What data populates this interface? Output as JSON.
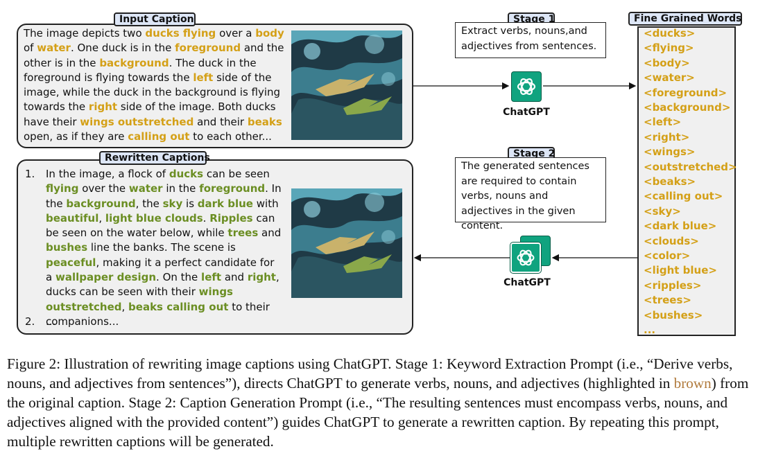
{
  "colors": {
    "brown_highlight": "#d4a017",
    "green_highlight": "#6b8e23",
    "tag_bg": "#dde6f6",
    "panel_bg": "#f0f0f0",
    "chatgpt_green": "#10a37f"
  },
  "input_caption": {
    "tag": "Input Caption",
    "segments": [
      {
        "t": "The image depicts two ",
        "h": false
      },
      {
        "t": "ducks flying",
        "h": true
      },
      {
        "t": " over a ",
        "h": false
      },
      {
        "t": "body",
        "h": true
      },
      {
        "t": " of ",
        "h": false
      },
      {
        "t": "water",
        "h": true
      },
      {
        "t": ". One duck is in the ",
        "h": false
      },
      {
        "t": "foreground",
        "h": true
      },
      {
        "t": " and the other is in the ",
        "h": false
      },
      {
        "t": "background",
        "h": true
      },
      {
        "t": ". The duck in the foreground is flying towards the ",
        "h": false
      },
      {
        "t": "left",
        "h": true
      },
      {
        "t": " side of the image, while the duck in the background is flying towards the ",
        "h": false
      },
      {
        "t": "right",
        "h": true
      },
      {
        "t": " side of the image. Both ducks have their ",
        "h": false
      },
      {
        "t": "wings outstretched",
        "h": true
      },
      {
        "t": " and their ",
        "h": false
      },
      {
        "t": "beaks",
        "h": true
      },
      {
        "t": " open, as if they are ",
        "h": false
      },
      {
        "t": "calling out",
        "h": true
      },
      {
        "t": " to each other...",
        "h": false
      }
    ]
  },
  "rewritten_captions": {
    "tag": "Rewritten Captions",
    "item1_num": "1.",
    "item1_segments": [
      {
        "t": "In the image, a flock of ",
        "h": false
      },
      {
        "t": "ducks",
        "h": true
      },
      {
        "t": " can be seen ",
        "h": false
      },
      {
        "t": "flying",
        "h": true
      },
      {
        "t": " over the ",
        "h": false
      },
      {
        "t": "water",
        "h": true
      },
      {
        "t": " in the ",
        "h": false
      },
      {
        "t": "foreground",
        "h": true
      },
      {
        "t": ". In the ",
        "h": false
      },
      {
        "t": "background",
        "h": true
      },
      {
        "t": ", the ",
        "h": false
      },
      {
        "t": "sky",
        "h": true
      },
      {
        "t": " is ",
        "h": false
      },
      {
        "t": "dark blue",
        "h": true
      },
      {
        "t": " with ",
        "h": false
      },
      {
        "t": "beautiful",
        "h": true
      },
      {
        "t": ", ",
        "h": false
      },
      {
        "t": "light blue clouds",
        "h": true
      },
      {
        "t": ". ",
        "h": false
      },
      {
        "t": "Ripples",
        "h": true
      },
      {
        "t": " can be seen on the water below, while ",
        "h": false
      },
      {
        "t": "trees",
        "h": true
      },
      {
        "t": " and ",
        "h": false
      },
      {
        "t": "bushes",
        "h": true
      },
      {
        "t": " line the banks. The scene is ",
        "h": false
      },
      {
        "t": "peaceful",
        "h": true
      },
      {
        "t": ", making it a perfect candidate for a ",
        "h": false
      },
      {
        "t": "wallpaper design",
        "h": true
      },
      {
        "t": ". On the ",
        "h": false
      },
      {
        "t": "left",
        "h": true
      },
      {
        "t": " and ",
        "h": false
      },
      {
        "t": "right",
        "h": true
      },
      {
        "t": ", ducks can be seen with their ",
        "h": false
      },
      {
        "t": "wings outstretched",
        "h": true
      },
      {
        "t": ", ",
        "h": false
      },
      {
        "t": "beaks calling out",
        "h": true
      },
      {
        "t": " to their companions...",
        "h": false
      }
    ],
    "item2_num": "2.",
    "item2_text": "..."
  },
  "stage1": {
    "tag": "Stage 1",
    "text": "Extract verbs, nouns,and adjectives from sentences."
  },
  "stage2": {
    "tag": "Stage 2",
    "text": "The generated sentences are required to contain verbs, nouns and adjectives in the given content."
  },
  "chatgpt_label_1": "ChatGPT",
  "chatgpt_label_2": "ChatGPT",
  "fine_grained": {
    "tag": "Fine Grained Words",
    "words": [
      "<ducks>",
      "<flying>",
      "<body>",
      "<water>",
      "<foreground>",
      "<background>",
      "<left>",
      "<right>",
      "<wings>",
      "<outstretched>",
      "<beaks>",
      "<calling out>",
      "<sky>",
      "<dark blue>",
      "<clouds>",
      "<color>",
      "<light blue>",
      "<ripples>",
      "<trees>",
      "<bushes>",
      "..."
    ]
  },
  "figure_caption": {
    "part1": "Figure 2: Illustration of rewriting image captions using ChatGPT. Stage 1: Keyword Extraction Prompt (i.e., “Derive verbs, nouns, and adjectives from sentences”), directs ChatGPT to generate verbs, nouns, and adjectives (highlighted in ",
    "brown_word": "brown",
    "part2": ") from the original caption.  Stage 2: Caption Generation Prompt (i.e., “The resulting sentences must encompass verbs, nouns, and adjectives aligned with the provided content”) guides ChatGPT to generate a rewritten caption. By repeating this prompt, multiple rewritten captions will be generated."
  }
}
